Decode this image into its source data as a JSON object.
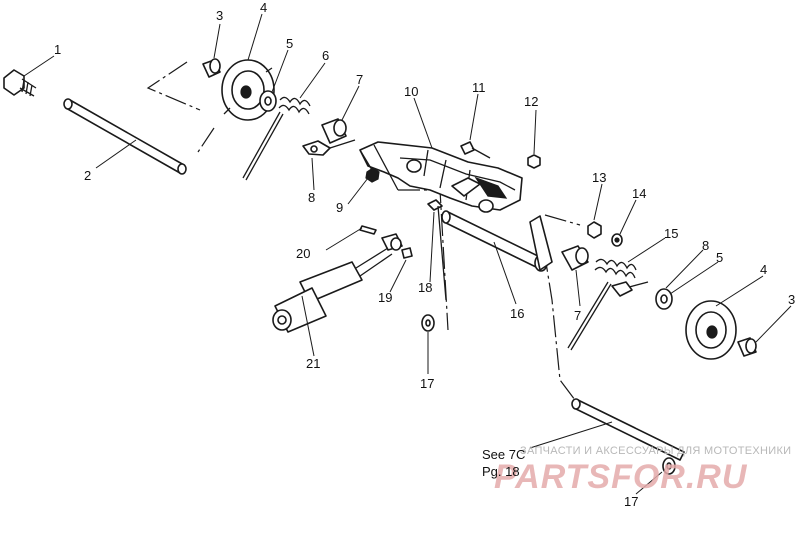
{
  "callouts": [
    "1",
    "2",
    "3",
    "4",
    "5",
    "6",
    "7",
    "8",
    "9",
    "10",
    "11",
    "12",
    "13",
    "14",
    "15",
    "8",
    "5",
    "4",
    "3",
    "20",
    "19",
    "18",
    "16",
    "7",
    "21",
    "17",
    "17"
  ],
  "reference": {
    "line1": "See 7C",
    "line2": "Pg. 18"
  },
  "watermark": {
    "text": "ЗАПЧАСТИ И АКСЕССУАРЫ ДЛЯ МОТОТЕХНИКИ",
    "logo": "PARTSFOR.RU"
  }
}
